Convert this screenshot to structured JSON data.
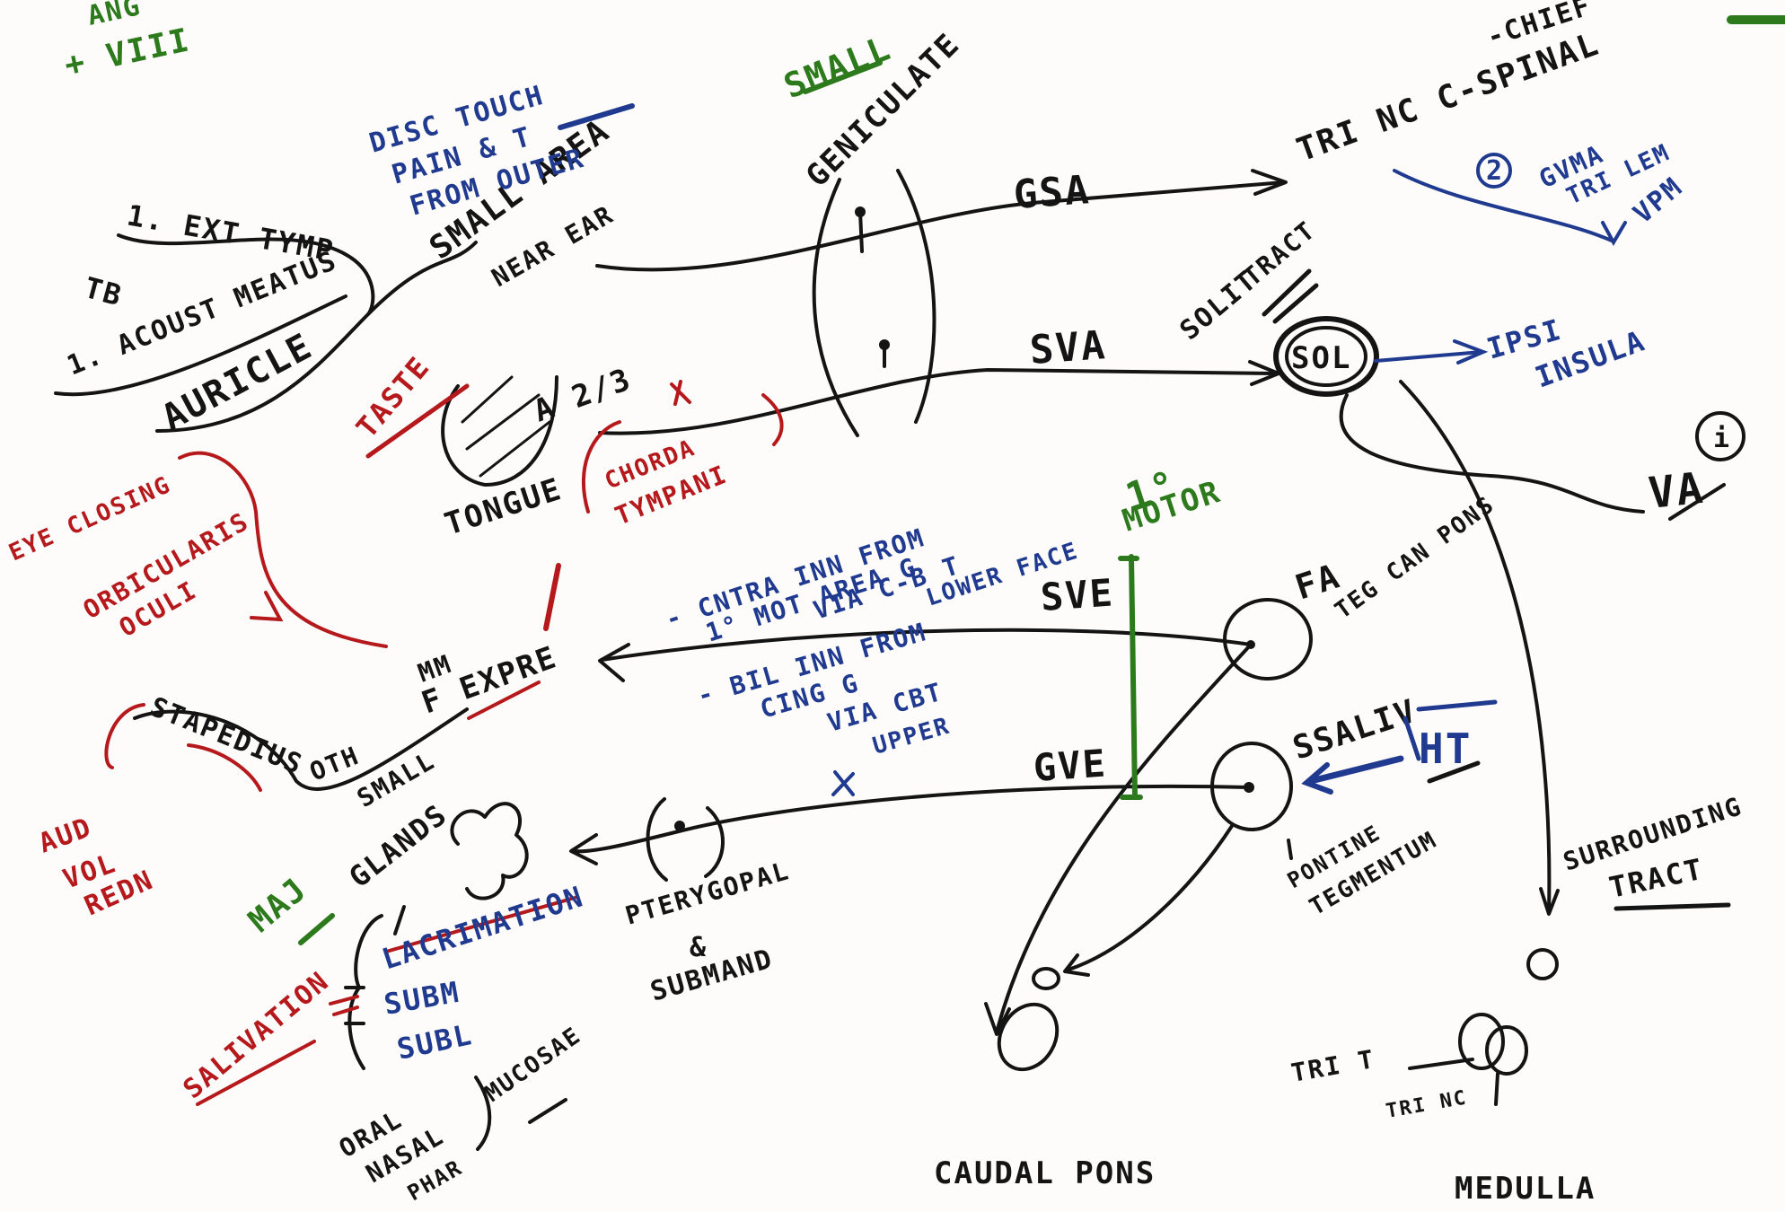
{
  "labels": {
    "top_left_a": "ANG",
    "top_left_b": "+ VIII",
    "ext_tymp": "1. EXT TYMP",
    "tb": "TB",
    "ext_meatus": "1. ACOUST MEATUS",
    "auricle": "AURICLE",
    "disc_touch_1": "DISC TOUCH",
    "disc_touch_2": "PAIN & T",
    "disc_touch_3": "FROM OUTER",
    "small_area_1": "SMALL AREA",
    "small_area_2": "NEAR EAR",
    "small_top": "SMALL",
    "geniculate": "GENICULATE",
    "gsa": "GSA",
    "svA": "SVA",
    "trig_nucleus_1": "-CHIEF",
    "trig_nucleus_2": "TRI NC C-SPINAL",
    "trig_lem_num": "2",
    "trig_lem_1": "GVMA",
    "trig_lem_2": "TRI LEM",
    "vpm": "VPM",
    "solit_tract_1": "SOLIT",
    "solit_tract_2": "TRACT",
    "sol": "SOL",
    "ipsi_insula_1": "IPSI",
    "ipsi_insula_2": "INSULA",
    "vai": "VA",
    "vai_circle": "i",
    "taste": "TASTE",
    "two_thirds": "A 2/3",
    "tongue": "TONGUE",
    "chorda_1": "CHORDA",
    "chorda_2": "TYMPANI",
    "one_motor_1": "1°",
    "one_motor_2": "MOTOR",
    "eye_closing": "EYE CLOSING",
    "orbicularis_1": "ORBICULARIS",
    "orbicularis_2": "OCULI",
    "muscles_1": "MM",
    "muscles_2": "F EXPRE",
    "stapedius": "STAPEDIUS",
    "other": "OTH",
    "small_mid": "SMALL",
    "aud_vol_1": "AUD",
    "aud_vol_2": "VOL",
    "aud_vol_3": "REDN",
    "contra_1": "- CNTRA INN FROM",
    "contra_2": "1° MOT AREA G",
    "contra_3": "VIA C-B T",
    "contra_4": "LOWER FACE",
    "bil_1": "- BIL INN FROM",
    "bil_2": "CING G",
    "bil_3": "VIA CBT",
    "bil_4": "UPPER",
    "sve": "SVE",
    "fa": "FA",
    "teg_pons": "TEG CAN PONS",
    "gve": "GVE",
    "ssaliv": "SSALIV",
    "ht": "HT",
    "pontine_1": "PONTINE",
    "pontine_2": "TEGMENTUM",
    "maj": "MAJ",
    "glands": "GLANDS",
    "lacrimation": "LACRIMATION",
    "subm": "SUBM",
    "subl": "SUBL",
    "salivation": "SALIVATION",
    "oral_1": "ORAL",
    "oral_2": "NASAL",
    "oral_3": "PHAR",
    "mucosae": "MUCOSAE",
    "pterygopal_1": "PTERYGOPAL",
    "pterygopal_2": "&",
    "pterygopal_3": "SUBMAND",
    "surrounding_1": "SURROUNDING",
    "surrounding_2": "TRACT",
    "trig_t": "TRI T",
    "trig_nc": "TRI NC",
    "caudal_pons": "CAUDAL PONS",
    "medulla": "MEDULLA"
  },
  "ink_colors": {
    "black": "#141414",
    "blue": "#1f3a8f",
    "red": "#b5191c",
    "green": "#2c7a1c"
  }
}
